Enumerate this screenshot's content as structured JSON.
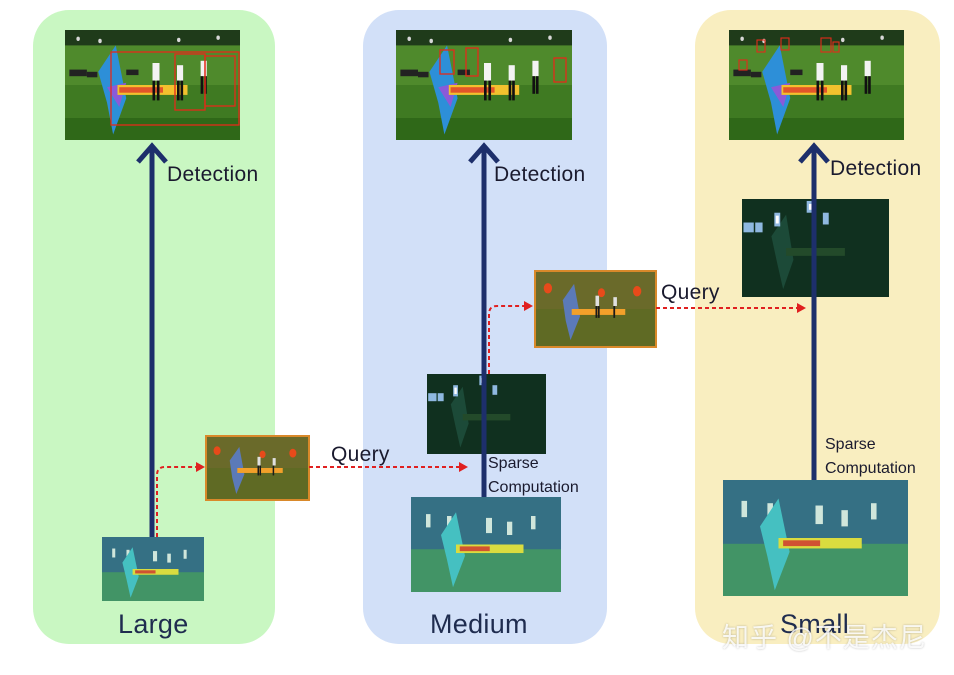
{
  "panels": [
    {
      "key": "large",
      "label": "Large",
      "color": "#c9f7c2"
    },
    {
      "key": "medium",
      "label": "Medium",
      "color": "#d2e0f8"
    },
    {
      "key": "small",
      "label": "Small",
      "color": "#f9eec0"
    }
  ],
  "labels": {
    "detection": "Detection",
    "query": "Query",
    "sparse_line1": "Sparse",
    "sparse_line2": "Computation"
  },
  "watermark": "知乎 @不是杰尼",
  "colors": {
    "main_arrow": "#1d2f6b",
    "query_arrow": "#e02020",
    "box_red": "#e32a1a",
    "query_frame": "#d9892a"
  },
  "icons": [
    "up-arrow-icon",
    "dashed-arrow-icon"
  ]
}
